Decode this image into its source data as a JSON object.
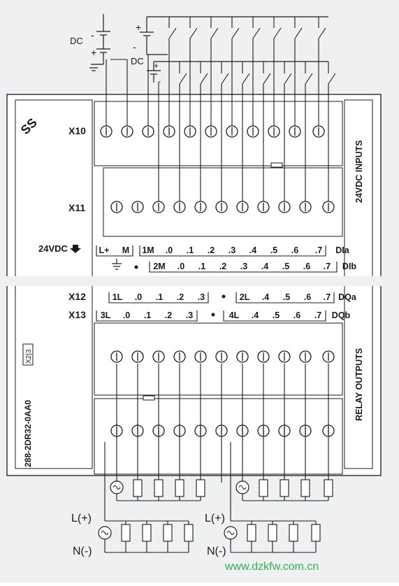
{
  "labels": {
    "dc_top_left": "DC",
    "dc_top_mid": "DC",
    "x10": "X10",
    "x11": "X11",
    "x12": "X12",
    "x13": "X13",
    "side_inputs": "24VDC  INPUTS",
    "side_outputs": "RELAY OUTPUTS",
    "model": "288-2DR32-0AA0",
    "model_code": "X2|3",
    "supply_24vdc": "24VDC",
    "l_plus": "L(+)",
    "n_minus": "N(-)",
    "watermark": "www.dzkfw.com.cn",
    "plus": "+",
    "minus": "-"
  },
  "rows": {
    "power": [
      "L+",
      "M",
      "1M",
      ".0",
      ".1",
      ".2",
      ".3",
      ".4",
      ".5",
      ".6",
      ".7",
      "DIa"
    ],
    "inputs_b": [
      "2M",
      ".0",
      ".1",
      ".2",
      ".3",
      ".4",
      ".5",
      ".6",
      ".7",
      "DIb"
    ],
    "dqa_group1": [
      "1L",
      ".0",
      ".1",
      ".2",
      ".3"
    ],
    "dqa_group2": [
      "2L",
      ".4",
      ".5",
      ".6",
      ".7",
      "DQa"
    ],
    "dqb_group1": [
      "3L",
      ".0",
      ".1",
      ".2",
      ".3"
    ],
    "dqb_group2": [
      "4L",
      ".4",
      ".5",
      ".6",
      ".7",
      "DQb"
    ]
  },
  "colors": {
    "line": "#1a1a1a",
    "module_fill": "#ffffff",
    "background": "#eef0f2",
    "watermark": "#2fb34a"
  }
}
